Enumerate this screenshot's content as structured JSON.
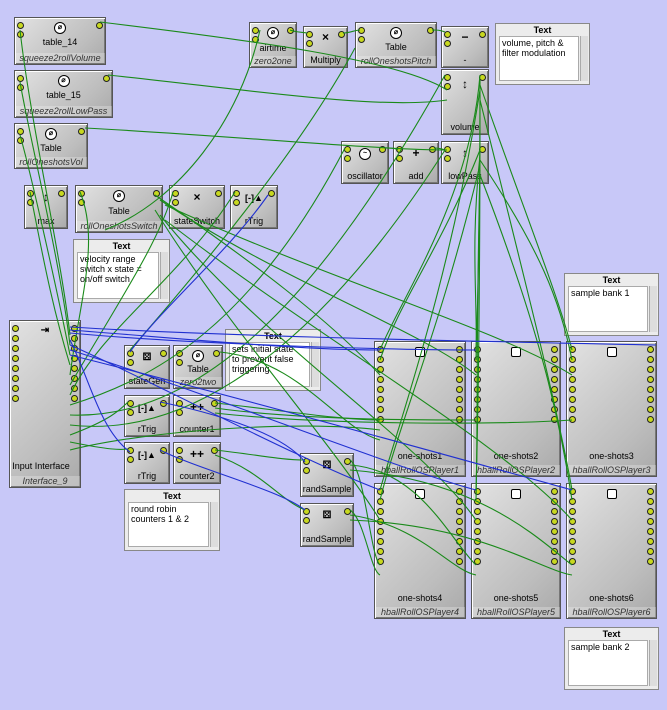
{
  "colors": {
    "background": "#c8c8f8",
    "wire_green": "#1a8a1a",
    "wire_blue": "#2030d0",
    "port_yellow": "#c8d820"
  },
  "modules": [
    {
      "id": "t14",
      "label": "table_14",
      "sub": "squeeze2rollVolume",
      "icon": "circle-gauge"
    },
    {
      "id": "t15",
      "label": "table_15",
      "sub": "squeeze2rollLowPass",
      "icon": "circle-gauge"
    },
    {
      "id": "tvol",
      "label": "Table",
      "sub": "rollOneshotsVol",
      "icon": "circle-gauge"
    },
    {
      "id": "airtime",
      "label": "airtime",
      "sub": "zero2one",
      "icon": "circle-gauge"
    },
    {
      "id": "mult",
      "label": "Multiply",
      "sub": "",
      "icon": "x"
    },
    {
      "id": "tpitch",
      "label": "Table",
      "sub": "rollOneshotsPitch",
      "icon": "circle-gauge"
    },
    {
      "id": "minus",
      "label": "-",
      "sub": "",
      "icon": "minus"
    },
    {
      "id": "volume",
      "label": "volume",
      "sub": "",
      "icon": "bars"
    },
    {
      "id": "osc",
      "label": "oscillator",
      "sub": "",
      "icon": "circle"
    },
    {
      "id": "add",
      "label": "add",
      "sub": "",
      "icon": "plus"
    },
    {
      "id": "lowpass",
      "label": "lowPass",
      "sub": "",
      "icon": "bars"
    },
    {
      "id": "max",
      "label": "max",
      "sub": "",
      "icon": "bars"
    },
    {
      "id": "tswitch",
      "label": "Table",
      "sub": "rollOneshotsSwitch",
      "icon": "circle-gauge"
    },
    {
      "id": "stateswitch",
      "label": "stateSwitch",
      "sub": "",
      "icon": "x"
    },
    {
      "id": "rtrig1",
      "label": "rTrig",
      "sub": "",
      "icon": "trig"
    },
    {
      "id": "input",
      "label": "Input Interface",
      "sub": "Interface_9",
      "icon": "enter"
    },
    {
      "id": "stategen",
      "label": "stateGen",
      "sub": "",
      "icon": "dice"
    },
    {
      "id": "tz2",
      "label": "Table",
      "sub": "zero2two",
      "icon": "circle-gauge"
    },
    {
      "id": "rtrig2",
      "label": "rTrig",
      "sub": "",
      "icon": "trig"
    },
    {
      "id": "counter1",
      "label": "counter1",
      "sub": "",
      "icon": "plusplus"
    },
    {
      "id": "rtrig3",
      "label": "rTrig",
      "sub": "",
      "icon": "trig"
    },
    {
      "id": "counter2",
      "label": "counter2",
      "sub": "",
      "icon": "plusplus"
    },
    {
      "id": "rand1",
      "label": "randSample",
      "sub": "",
      "icon": "dice"
    },
    {
      "id": "rand2",
      "label": "randSample",
      "sub": "",
      "icon": "dice"
    },
    {
      "id": "os1",
      "label": "one-shots1",
      "sub": "hballRollOSPlayer1",
      "icon": "square"
    },
    {
      "id": "os2",
      "label": "one-shots2",
      "sub": "hballRollOSPlayer2",
      "icon": "square"
    },
    {
      "id": "os3",
      "label": "one-shots3",
      "sub": "hballRollOSPlayer3",
      "icon": "square"
    },
    {
      "id": "os4",
      "label": "one-shots4",
      "sub": "hballRollOSPlayer4",
      "icon": "square"
    },
    {
      "id": "os5",
      "label": "one-shots5",
      "sub": "hballRollOSPlayer5",
      "icon": "square"
    },
    {
      "id": "os6",
      "label": "one-shots6",
      "sub": "hballRollOSPlayer6",
      "icon": "square"
    }
  ],
  "text_boxes": [
    {
      "id": "txt1",
      "header": "Text",
      "body": "volume, pitch &\nfilter modulation"
    },
    {
      "id": "txt2",
      "header": "Text",
      "body": "velocity range\nswitch x state =\non/off switch"
    },
    {
      "id": "txt3",
      "header": "Text",
      "body": "sample bank 1"
    },
    {
      "id": "txt4",
      "header": "Text",
      "body": "sets initial state\nto prevent false\ntriggering"
    },
    {
      "id": "txt5",
      "header": "Text",
      "body": "round robin\ncounters 1 & 2"
    },
    {
      "id": "txt6",
      "header": "Text",
      "body": "sample bank 2"
    }
  ]
}
